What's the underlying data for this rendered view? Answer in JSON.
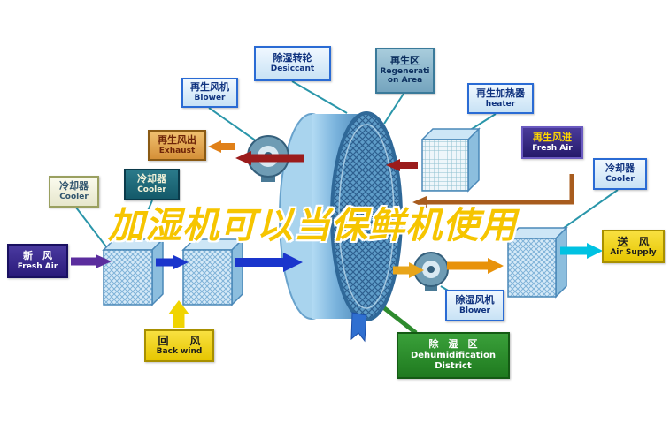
{
  "watermark": "加湿机可以当保鲜机使用",
  "labels": {
    "regen_blower": {
      "zh": "再生风机",
      "en": "Blower"
    },
    "desiccant_wheel": {
      "zh": "除湿转轮",
      "en": "Desiccant"
    },
    "regen_area": {
      "zh": "再生区",
      "en": "Regeneration Area"
    },
    "regen_heater": {
      "zh": "再生加热器",
      "en": "heater"
    },
    "regen_exhaust": {
      "zh": "再生风出",
      "en": "Exhaust"
    },
    "regen_fresh_air": {
      "zh": "再生风进",
      "en": "Fresh Air"
    },
    "cooler_left_outer": {
      "zh": "冷却器",
      "en": "Cooler"
    },
    "cooler_left_inner": {
      "zh": "冷却器",
      "en": "Cooler"
    },
    "cooler_right": {
      "zh": "冷却器",
      "en": "Cooler"
    },
    "fresh_air_inlet": {
      "zh": "新　风",
      "en": "Fresh Air"
    },
    "air_supply": {
      "zh": "送　风",
      "en": "Air Supply"
    },
    "back_wind": {
      "zh": "回　　风",
      "en": "Back wind"
    },
    "dehum_blower": {
      "zh": "除湿风机",
      "en": "Blower"
    },
    "dehum_district": {
      "zh": "除　湿　区",
      "en": "Dehumidification District"
    }
  },
  "colors": {
    "watermark_yellow": "#f6c500",
    "wheel_blue": "#5e9cc8",
    "arrow_blue": "#1a35cc",
    "arrow_dark_red": "#9b1c1c",
    "arrow_orange": "#e8920a",
    "arrow_purple": "#5b2d9e",
    "arrow_cyan": "#00c2e2",
    "arrow_yellow": "#f0d400",
    "connector_teal": "#2a96aa",
    "dehum_green": "#2e8b2e"
  }
}
